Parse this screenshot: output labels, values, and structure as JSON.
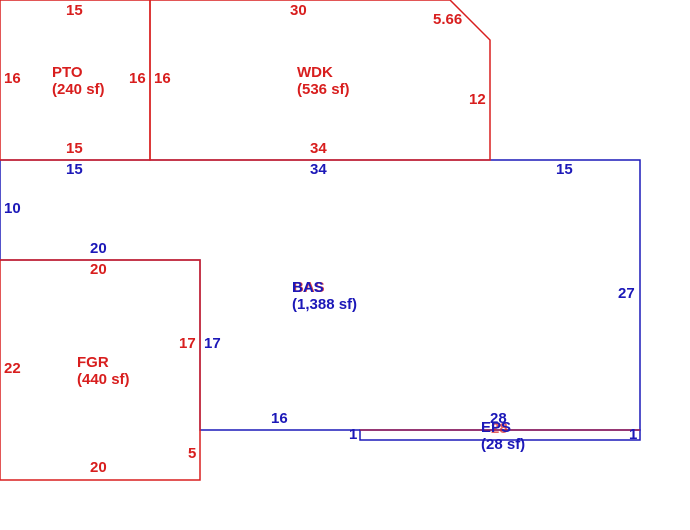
{
  "colors": {
    "red": "#d81e1e",
    "blue": "#1c18b8",
    "background": "#ffffff"
  },
  "areas": {
    "pto": {
      "name": "PTO",
      "size": "(240 sf)"
    },
    "wdk": {
      "name": "WDK",
      "size": "(536 sf)"
    },
    "bas": {
      "name": "BAS",
      "size": "(1,388 sf)"
    },
    "fgr": {
      "name": "FGR",
      "size": "(440 sf)"
    },
    "eps": {
      "name": "EPS",
      "size": "(28 sf)"
    }
  },
  "dimensions": {
    "pto_top": "15",
    "pto_left": "16",
    "pto_right": "16",
    "pto_bottom": "15",
    "wdk_top": "30",
    "wdk_diag": "5.66",
    "wdk_left": "16",
    "wdk_right": "12",
    "wdk_bottom": "34",
    "bas_top_left": "15",
    "bas_top_mid": "34",
    "bas_top_right": "15",
    "bas_left": "10",
    "bas_right": "27",
    "bas_step": "20",
    "bas_inner_vertical": "17",
    "bas_bottom": "16",
    "fgr_top": "20",
    "fgr_left": "22",
    "fgr_right": "17",
    "fgr_lower_right": "5",
    "fgr_bottom": "20",
    "eps_top": "28",
    "eps_bottom": "28",
    "eps_left": "1",
    "eps_right": "1"
  }
}
